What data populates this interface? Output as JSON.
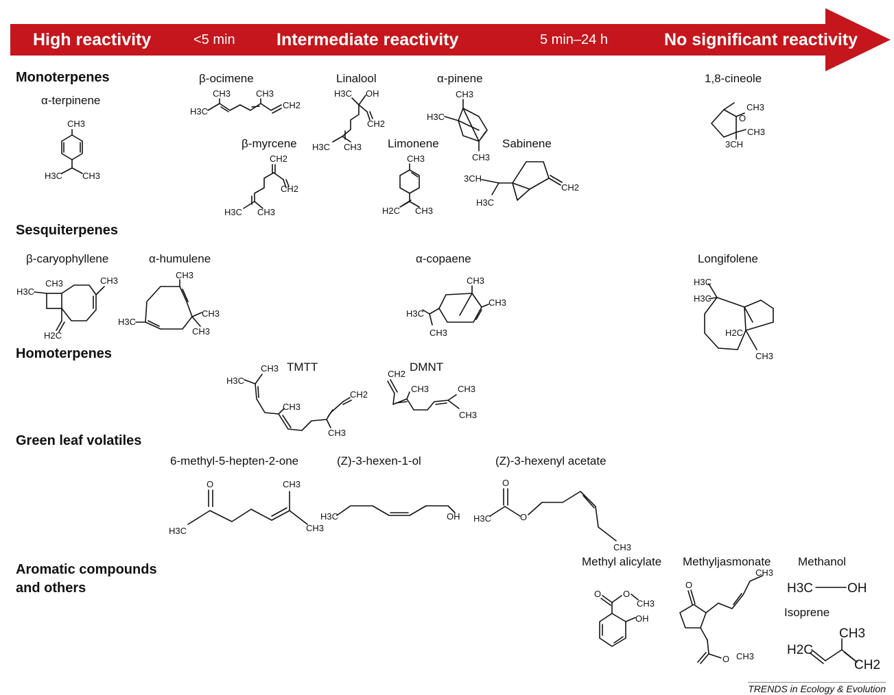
{
  "banner": {
    "color": "#c4161c",
    "high": "High reactivity",
    "t1": "<5 min",
    "intermediate": "Intermediate reactivity",
    "t2": "5 min–24 h",
    "none": "No significant reactivity"
  },
  "categories": {
    "monoterpenes": "Monoterpenes",
    "sesquiterpenes": "Sesquiterpenes",
    "homoterpenes": "Homoterpenes",
    "glv": "Green leaf volatiles",
    "aromatic1": "Aromatic compounds",
    "aromatic2": "and others"
  },
  "compounds": {
    "terpinene": "α-terpinene",
    "ocimene": "β-ocimene",
    "linalool": "Linalool",
    "apinene": "α-pinene",
    "cineole": "1,8-cineole",
    "myrcene": "β-myrcene",
    "limonene": "Limonene",
    "sabinene": "Sabinene",
    "caryophyllene": "β-caryophyllene",
    "humulene": "α-humulene",
    "copaene": "α-copaene",
    "longifolene": "Longifolene",
    "tmtt": "TMTT",
    "dmnt": "DMNT",
    "heptenone": "6-methyl-5-hepten-2-one",
    "hexenol": "(Z)-3-hexen-1-ol",
    "hexenylacetate": "(Z)-3-hexenyl acetate",
    "salicylate": "Methyl alicylate",
    "jasmonate": "Methyljasmonate",
    "methanol": "Methanol",
    "isoprene": "Isoprene"
  },
  "atoms": {
    "ch3": "CH3",
    "h3c": "H3C",
    "ch2": "CH2",
    "h2c": "H2C",
    "oh": "OH",
    "o": "O",
    "ch": "3CH"
  },
  "credit": "TRENDS in Ecology & Evolution"
}
